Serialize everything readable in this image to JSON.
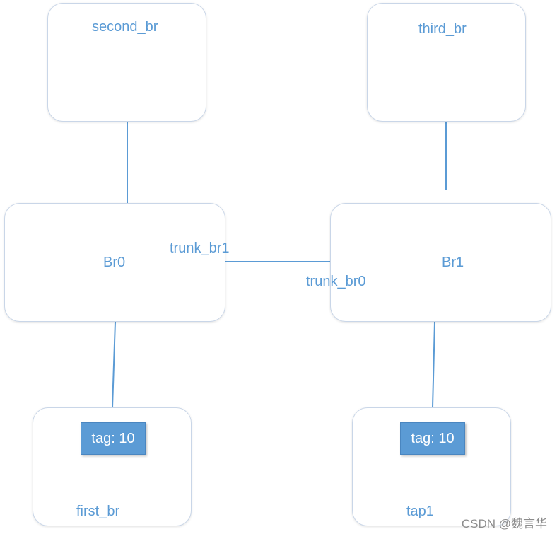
{
  "nodes": {
    "second_br": "second_br",
    "third_br": "third_br",
    "br0": "Br0",
    "br1": "Br1",
    "first_br": "first_br",
    "tap1": "tap1"
  },
  "ports": {
    "trunk_br1": "trunk_br1",
    "trunk_br0": "trunk_br0"
  },
  "tags": {
    "first_br_tag": "tag: 10",
    "tap1_tag": "tag: 10"
  },
  "watermark": "CSDN @魏言华",
  "colors": {
    "line": "#5b9bd5",
    "text": "#5b9bd5",
    "tag_fill": "#5b9bd5"
  }
}
